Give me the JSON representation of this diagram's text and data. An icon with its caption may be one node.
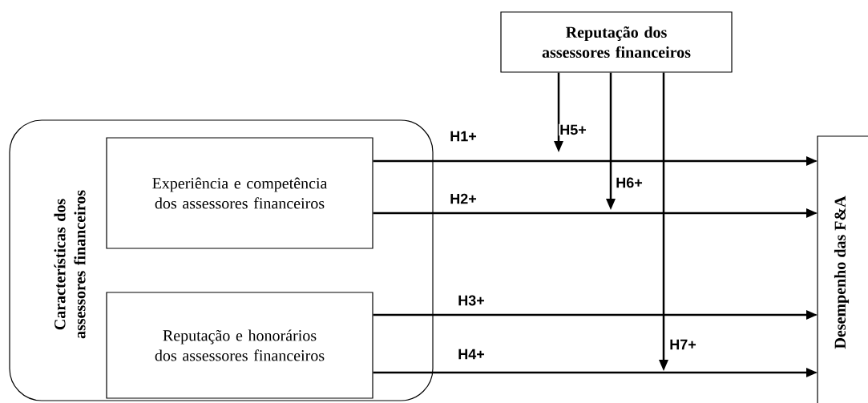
{
  "diagram": {
    "nodes": [
      {
        "text": [
          "Características dos assessores financeiros"
        ]
      },
      {
        "text": [
          "Experiência e competência dos assessores financeiros"
        ],
        "in": 0
      },
      {
        "text": [
          "Reputação e honorários dos assessores financeiros"
        ],
        "in": 0
      },
      {
        "text": [
          "Reputação dos assessores financeiros"
        ]
      },
      {
        "text": [
          "Desempenho das F&A"
        ]
      }
    ],
    "edges": [
      {
        "from": 1,
        "to": 4,
        "arrow": "to",
        "label": "H1+"
      },
      {
        "from": 1,
        "to": 4,
        "arrow": "to",
        "label": "H2+"
      },
      {
        "from": 2,
        "to": 4,
        "arrow": "to",
        "label": "H3+"
      },
      {
        "from": 2,
        "to": 4,
        "arrow": "to",
        "label": "H4+"
      },
      {
        "from": 3,
        "to": null,
        "arrow": "to",
        "label": "H5+"
      },
      {
        "from": 3,
        "to": null,
        "arrow": "to",
        "label": "H6+"
      },
      {
        "from": 3,
        "to": null,
        "arrow": "to",
        "label": "H7+"
      }
    ]
  }
}
